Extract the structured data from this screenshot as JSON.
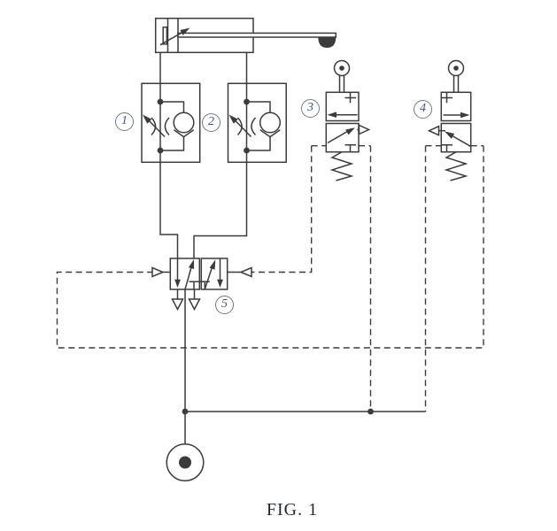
{
  "figure": {
    "caption": "FIG. 1"
  },
  "component_labels": {
    "flow_control_valve_1": "1",
    "flow_control_valve_2": "2",
    "roller_valve_3": "3",
    "roller_valve_4": "4",
    "directional_valve_5": "5"
  },
  "colors": {
    "line": "#3b3b3b",
    "label_number": "#3d5382",
    "label_circle_border": "#6e7888",
    "caption_text": "#1f2733",
    "background": "#ffffff"
  }
}
